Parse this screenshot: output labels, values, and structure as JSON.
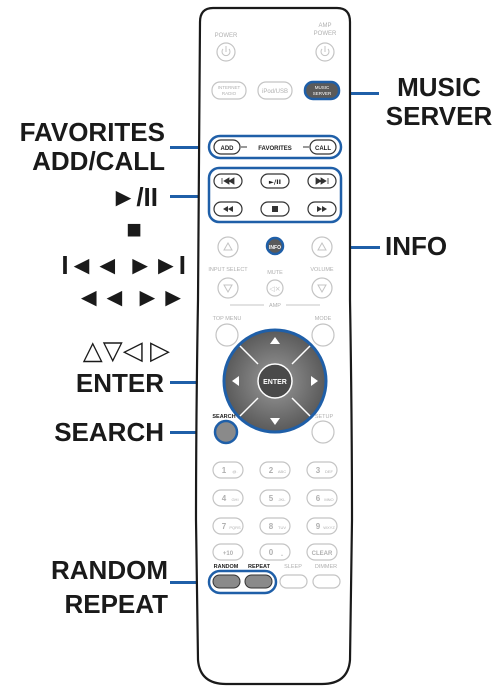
{
  "callouts": {
    "favorites_line1": "FAVORITES",
    "favorites_line2": "ADD/CALL",
    "play_pause": "►/II",
    "stop": "■",
    "skip": "I◄◄ ►►I",
    "search_skip": "◄◄ ►►",
    "cursor": "△▽◁ ▷",
    "enter": "ENTER",
    "search": "SEARCH",
    "random": "RANDOM",
    "repeat": "REPEAT",
    "music_server_line1": "MUSIC",
    "music_server_line2": "SERVER",
    "info": "INFO"
  },
  "remote": {
    "power": "POWER",
    "amp_power_1": "AMP",
    "amp_power_2": "POWER",
    "internet_radio_1": "INTERNET",
    "internet_radio_2": "RADIO",
    "ipod_usb": "iPod/USB",
    "music_server_1": "MUSIC",
    "music_server_2": "SERVER",
    "add": "ADD",
    "favorites": "FAVORITES",
    "call": "CALL",
    "info": "INFO",
    "input_select": "INPUT SELECT",
    "mute": "MUTE",
    "volume": "VOLUME",
    "amp": "AMP",
    "top_menu": "TOP MENU",
    "mode": "MODE",
    "enter": "ENTER",
    "search": "SEARCH",
    "setup": "SETUP",
    "keys": [
      {
        "num": "1",
        "sub": "@."
      },
      {
        "num": "2",
        "sub": "ABC"
      },
      {
        "num": "3",
        "sub": "DEF"
      },
      {
        "num": "4",
        "sub": "GHI"
      },
      {
        "num": "5",
        "sub": "JKL"
      },
      {
        "num": "6",
        "sub": "MNO"
      },
      {
        "num": "7",
        "sub": "PQRS"
      },
      {
        "num": "8",
        "sub": "TUV"
      },
      {
        "num": "9",
        "sub": "WXYZ"
      },
      {
        "num": "+10",
        "sub": ""
      },
      {
        "num": "0",
        "sub": "␣"
      },
      {
        "num": "CLEAR",
        "sub": ""
      }
    ],
    "random": "RANDOM",
    "repeat": "REPEAT",
    "sleep": "SLEEP",
    "dimmer": "DIMMER"
  },
  "colors": {
    "accent_blue": "#1f5fa8",
    "body_outline": "#1a1a1a",
    "faint_gray": "#b8b8b8",
    "dark_key": "#555555",
    "highlight_key": "#8a8a8a"
  }
}
